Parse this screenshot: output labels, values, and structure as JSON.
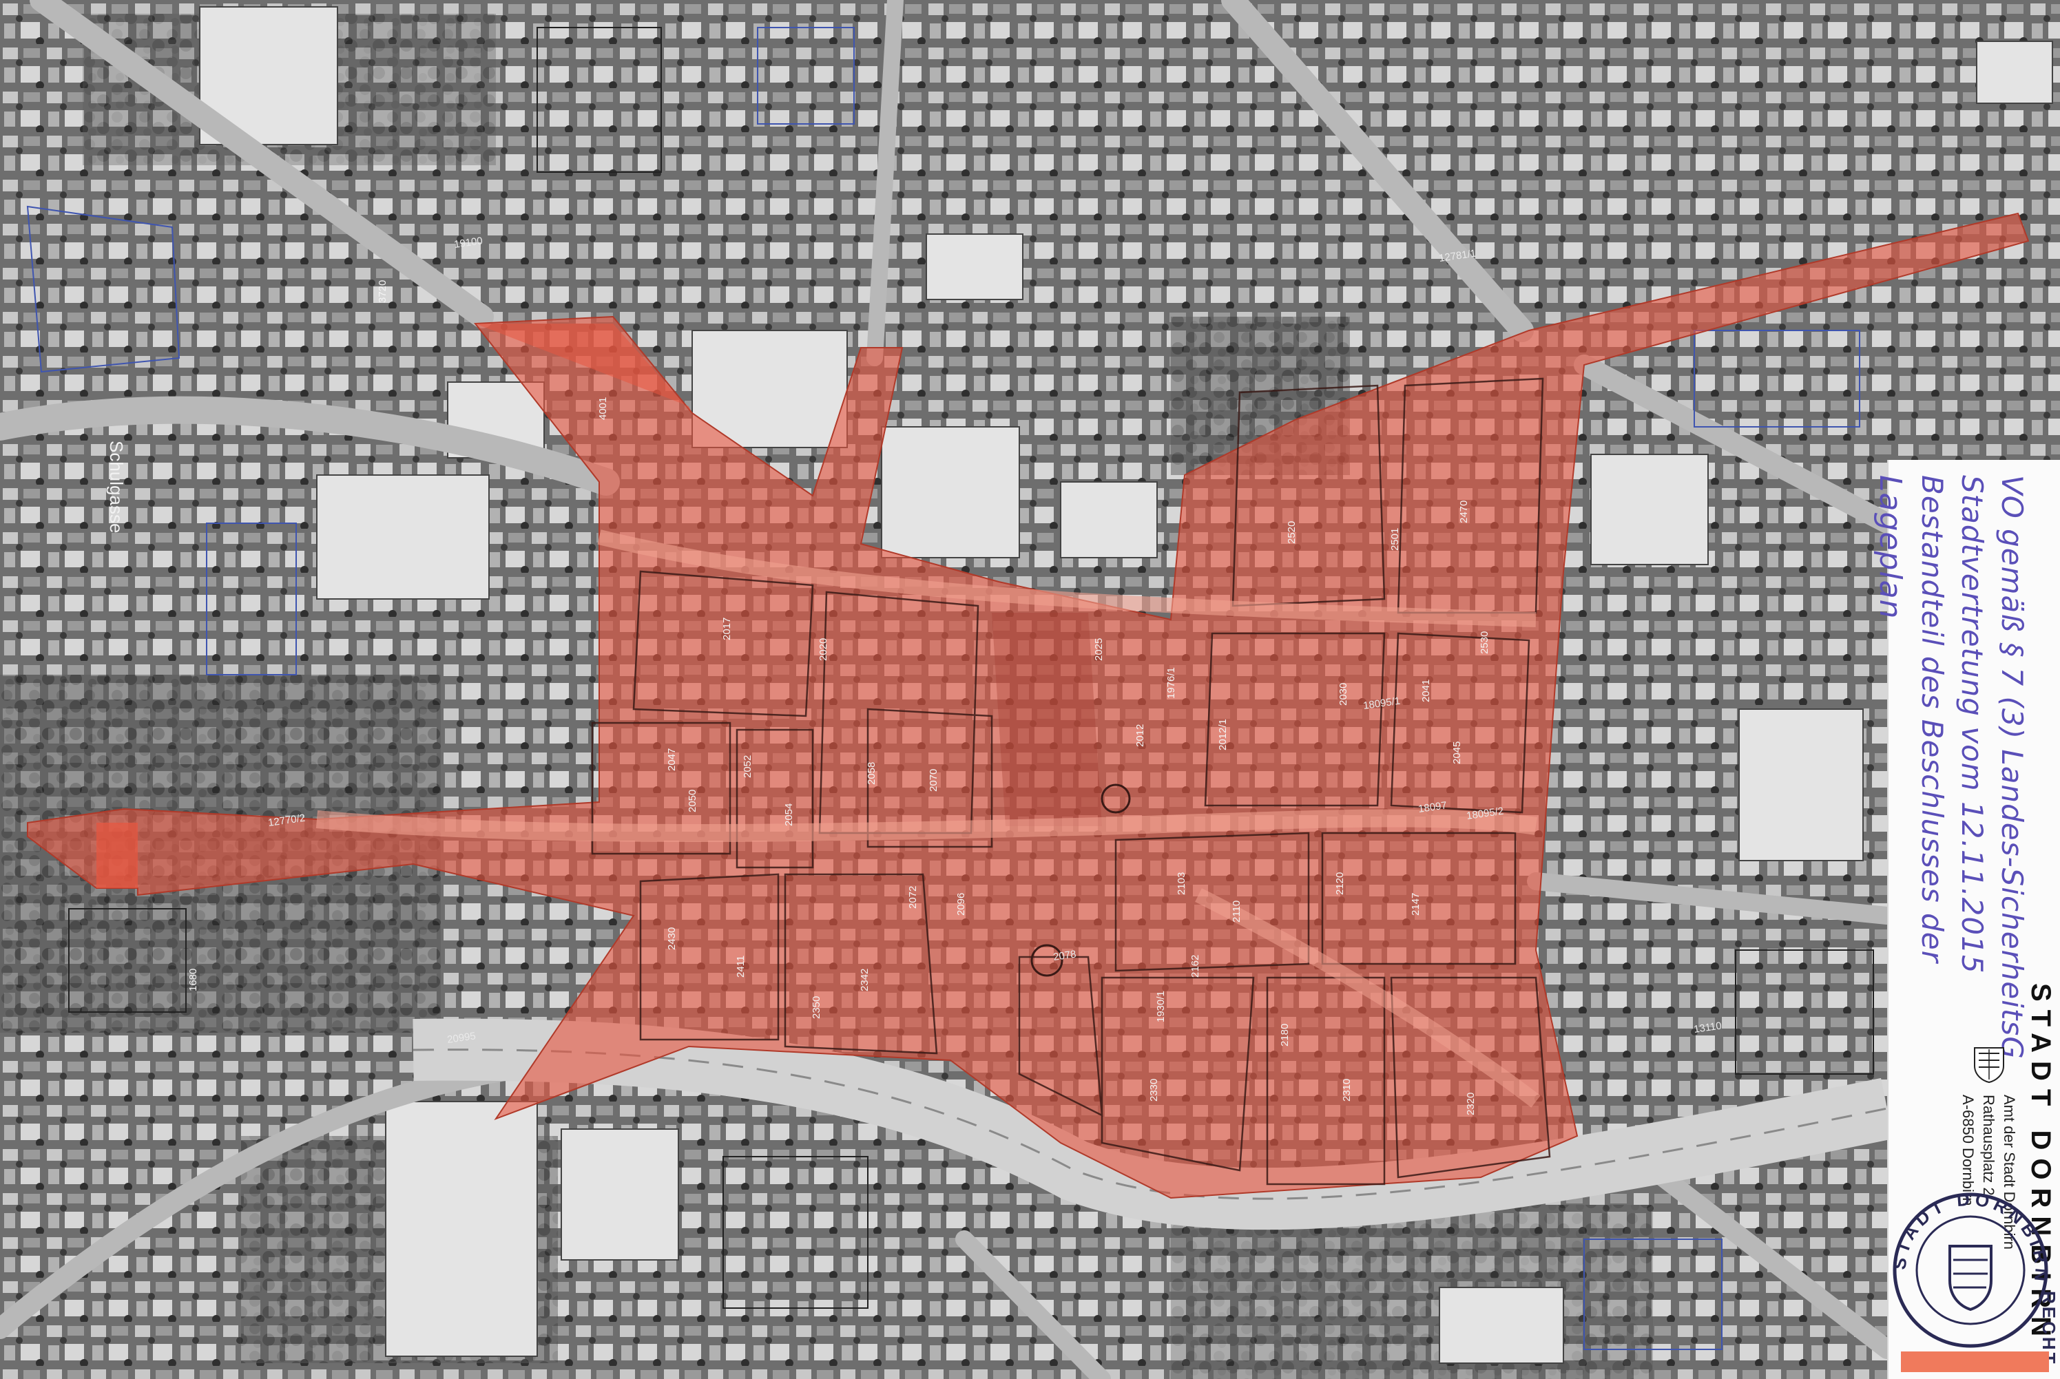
{
  "map": {
    "highlight_color": "#e8553f",
    "annotation_color": "#5a4fb8",
    "street_label": "Schulgasse",
    "parcel_numbers": [
      "4001",
      "3720",
      "1680",
      "1930/1",
      "1976/1",
      "2012",
      "2012/1",
      "2017",
      "2020",
      "2025",
      "2030",
      "2041",
      "2045",
      "2047",
      "2050",
      "2052",
      "2054",
      "2058",
      "2070",
      "2072",
      "2096",
      "2103",
      "2110",
      "2120",
      "2147",
      "2162",
      "2180",
      "2310",
      "2320",
      "2330",
      "2342",
      "2350",
      "2411",
      "2430",
      "2470",
      "2501",
      "2520",
      "2530"
    ],
    "road_numbers": [
      "12770/2",
      "12781/1",
      "18095/1",
      "18097",
      "19100",
      "20995",
      "18095/2",
      "13110",
      "2078"
    ]
  },
  "annotation": {
    "line1": "Lageplan",
    "line2": "Bestandteil des Beschlusses der",
    "line3": "Stadtvertretung vom 12.11.2015",
    "line4": "VO gemäß § 7 (3) Landes-SicherheitsG"
  },
  "issuer": {
    "name": "STADT DORNBIRN",
    "address_1": "Amt der Stadt Dornbirn",
    "address_2": "Rathausplatz 2",
    "address_3": "A-6850 Dornbirn"
  },
  "stamp": {
    "ring_text": "STADT DORNBIRN",
    "label": "RECHT"
  }
}
